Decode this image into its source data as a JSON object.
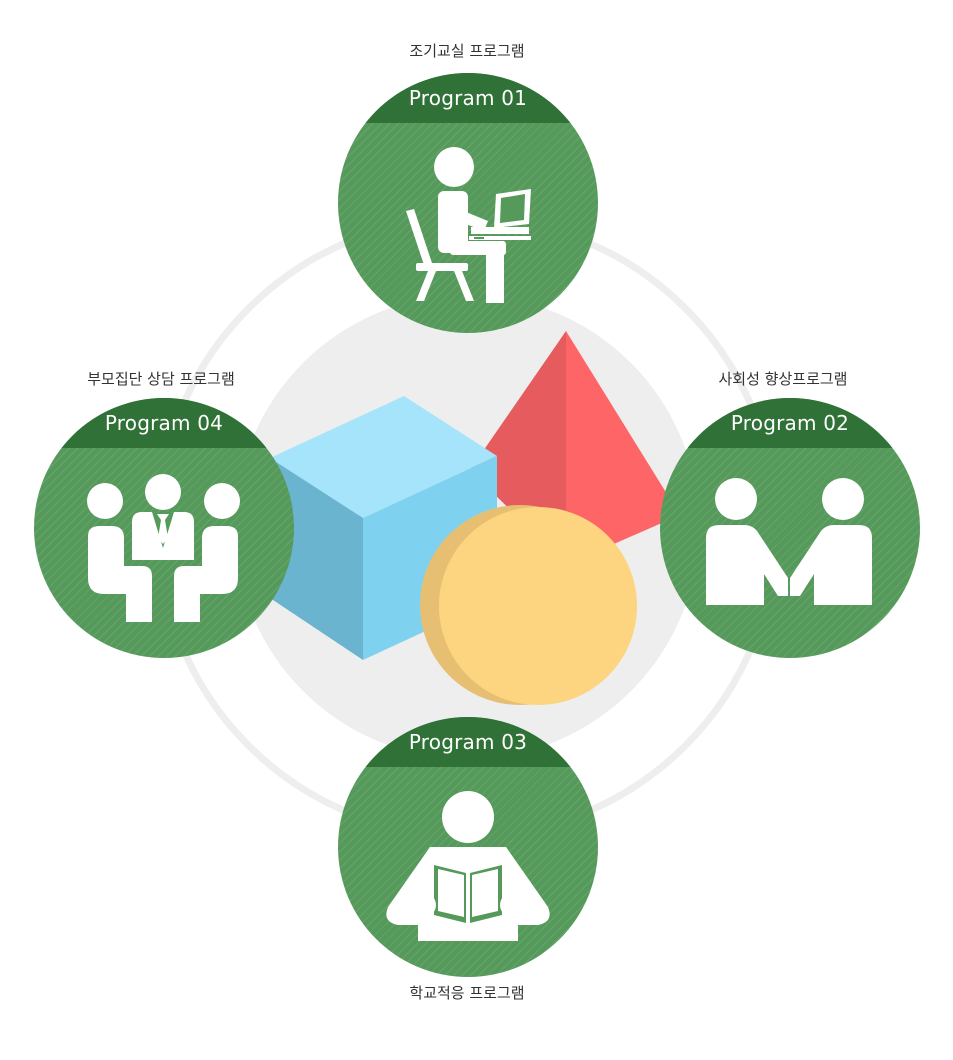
{
  "colors": {
    "ring": "#eeeeee",
    "inner_disc": "#eeeeee",
    "circle_fill": "#559a5b",
    "circle_band": "#2f7137",
    "cube_top": "#a5e4fb",
    "cube_front": "#7fd2ef",
    "cube_side": "#6bb4cf",
    "pyramid_light": "#fe6567",
    "pyramid_dark": "#e65b5e",
    "ball_fill": "#fdd581",
    "ball_shadow": "#e6bf73"
  },
  "programs": [
    {
      "id": "01",
      "title": "Program 01",
      "caption": "조기교실 프로그램",
      "icon": "student-laptop-icon"
    },
    {
      "id": "02",
      "title": "Program 02",
      "caption": "사회성 향상프로그램",
      "icon": "handshake-icon"
    },
    {
      "id": "03",
      "title": "Program 03",
      "caption": "학교적응 프로그램",
      "icon": "reading-book-icon"
    },
    {
      "id": "04",
      "title": "Program 04",
      "caption": "부모집단 상담 프로그램",
      "icon": "group-counseling-icon"
    }
  ]
}
